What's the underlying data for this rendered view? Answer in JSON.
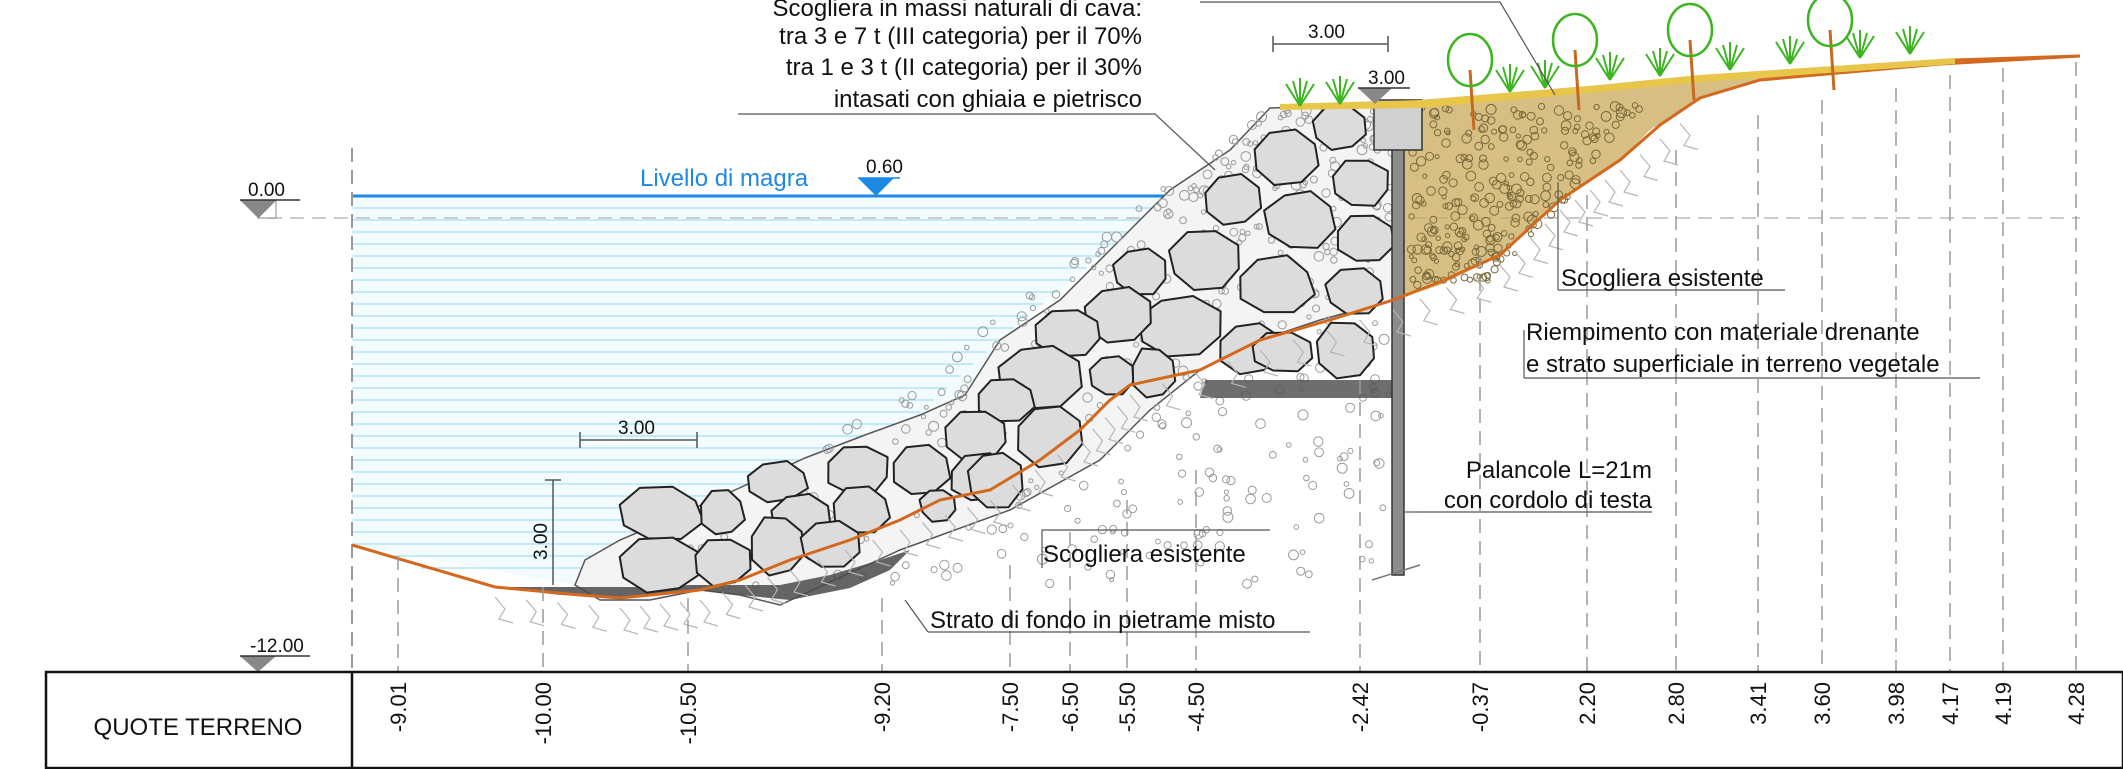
{
  "labels": {
    "riprap_line1": "Scogliera in massi naturali di cava:",
    "riprap_line2": "tra 3 e 7 t (III categoria) per il 70%",
    "riprap_line3": "tra 1 e 3 t (II categoria) per il 30%",
    "riprap_line4": "intasati con ghiaia e pietrisco",
    "low_water": "Livello di magra",
    "existing_riprap": "Scogliera esistente",
    "fill_line1": "Riempimento con materiale drenante",
    "fill_line2": "e strato superficiale in terreno vegetale",
    "sheetpile_line1": "Palancole L=21m",
    "sheetpile_line2": "con cordolo di testa",
    "bottom_layer": "Strato di fondo in pietrame misto"
  },
  "elevation_marks": {
    "datum_zero": "0.00",
    "datum_bottom": "-12.00",
    "low_water_level": "0.60",
    "crest_level": "3.00"
  },
  "dimensions": {
    "crest_width": "3.00",
    "toe_width": "3.00",
    "toe_height": "3.00"
  },
  "table": {
    "header": "QUOTE TERRENO",
    "ground_levels": [
      "-9.01",
      "-10.00",
      "-10.50",
      "-9.20",
      "-7.50",
      "-6.50",
      "-5.50",
      "-4.50",
      "-2.42",
      "-0.37",
      "2.20",
      "2.80",
      "3.41",
      "3.60",
      "3.98",
      "4.17",
      "4.19",
      "4.28"
    ]
  },
  "colors": {
    "water": "#1e88e5",
    "water_hatch": "#a9dff0",
    "ground_line": "#d2691e",
    "fill": "#c9a85a",
    "vegetation": "#3cb521",
    "boulder": "#dcdcdc",
    "sheet_pile": "#8c8c8c"
  }
}
